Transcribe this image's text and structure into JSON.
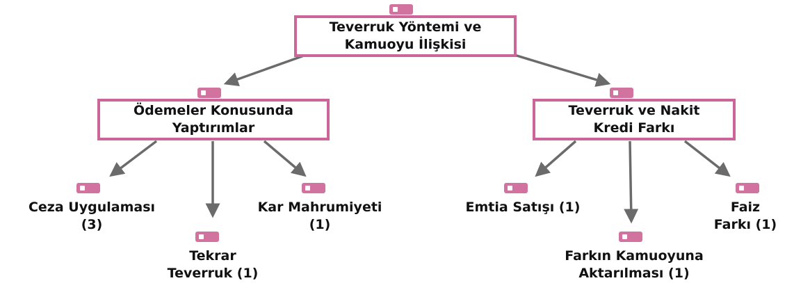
{
  "root": {
    "label": "Teverruk Yöntemi ve\nKamuoyu İlişkisi"
  },
  "branches": [
    {
      "label": "Ödemeler Konusunda\nYaptırımlar",
      "leaves": [
        {
          "label": "Ceza Uygulaması\n(3)"
        },
        {
          "label": "Tekrar\nTeverruk (1)"
        },
        {
          "label": "Kar Mahrumiyeti\n(1)"
        }
      ]
    },
    {
      "label": "Teverruk ve Nakit\nKredi Farkı",
      "leaves": [
        {
          "label": "Emtia Satışı (1)"
        },
        {
          "label": "Farkın Kamuoyuna\nAktarılması (1)"
        },
        {
          "label": "Faiz Farkı (1)"
        }
      ]
    }
  ],
  "colors": {
    "border": "#cc6699",
    "tag": "#d2739f",
    "arrow": "#6b6b6b",
    "text": "#111111"
  },
  "icons": {
    "node_tag": "pink-label-tag-icon"
  }
}
